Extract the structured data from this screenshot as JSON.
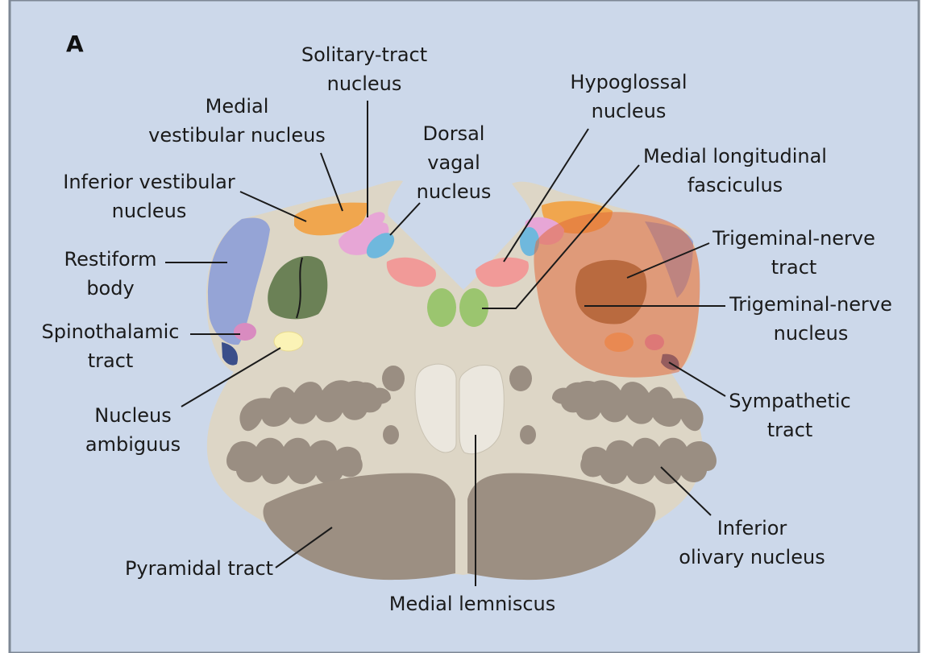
{
  "panel_letter": "A",
  "colors": {
    "background": "#ccd8ea",
    "tissue": "#ddd6c6",
    "olive_grey": "#9a8e82",
    "pyramid": "#9c8f82",
    "lemniscus": "#ebe7de",
    "vestibular_orange": "#f0a64e",
    "solitary_pink": "#e7a6d6",
    "vagal_blue": "#6fb8dd",
    "hypoglossal_salmon": "#f19a98",
    "mlf_green": "#9bc56f",
    "restiform_blue": "#95a4d6",
    "trigeminal_green": "#6b8156",
    "lesion": "#e06a3a",
    "ambiguus_yellow": "#fbf3b6",
    "spinothalamic_pink": "#d98bc0",
    "sympathetic_navy": "#3a4e8a"
  },
  "labels": {
    "solitary_tract_nucleus": [
      "Solitary-tract",
      "nucleus"
    ],
    "medial_vestibular_nucleus": [
      "Medial",
      "vestibular nucleus"
    ],
    "dorsal_vagal_nucleus": [
      "Dorsal",
      "vagal",
      "nucleus"
    ],
    "inferior_vestibular_nucleus": [
      "Inferior vestibular",
      "nucleus"
    ],
    "restiform_body": [
      "Restiform",
      "body"
    ],
    "spinothalamic_tract": [
      "Spinothalamic",
      "tract"
    ],
    "nucleus_ambiguus": [
      "Nucleus",
      "ambiguus"
    ],
    "pyramidal_tract": [
      "Pyramidal tract"
    ],
    "medial_lemniscus": [
      "Medial lemniscus"
    ],
    "hypoglossal_nucleus": [
      "Hypoglossal",
      "nucleus"
    ],
    "medial_longitudinal_fasciculus": [
      "Medial longitudinal",
      "fasciculus"
    ],
    "trigeminal_nerve_tract": [
      "Trigeminal-nerve",
      "tract"
    ],
    "trigeminal_nerve_nucleus": [
      "Trigeminal-nerve",
      "nucleus"
    ],
    "sympathetic_tract": [
      "Sympathetic",
      "tract"
    ],
    "inferior_olivary_nucleus": [
      "Inferior",
      "olivary nucleus"
    ]
  }
}
